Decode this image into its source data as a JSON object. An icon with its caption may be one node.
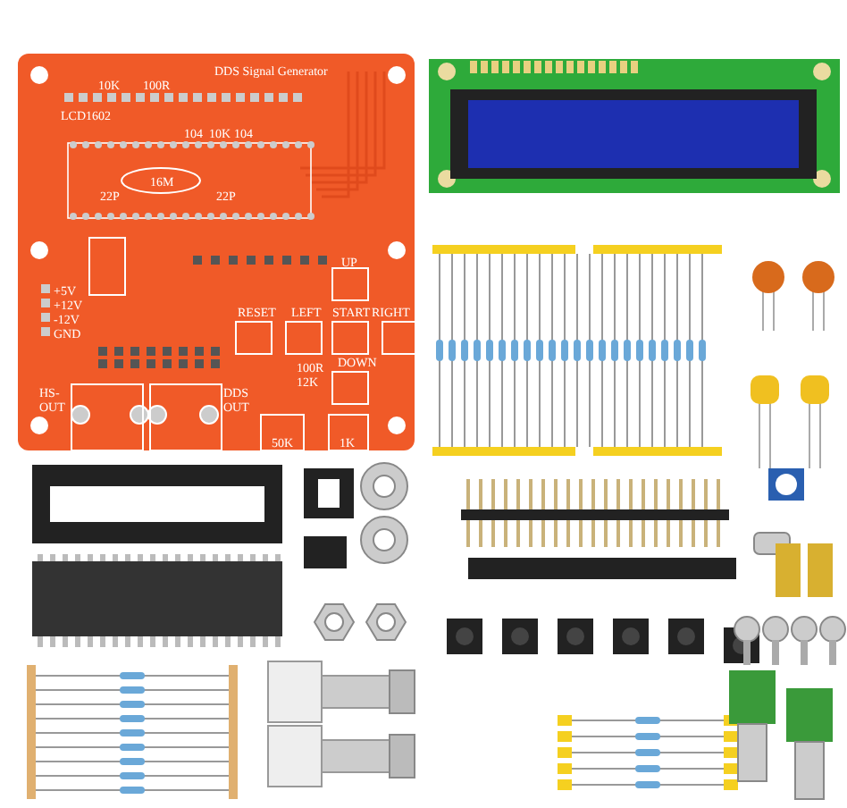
{
  "diagram": {
    "labels": [
      "10K",
      "100R",
      "DDS Signal Generator",
      "LCD1602",
      "104",
      "10K",
      "104",
      "22P",
      "16M",
      "22P",
      "+5V",
      "+12V",
      "-12V",
      "GND",
      "RESET",
      "LEFT",
      "UP",
      "START",
      "RIGHT",
      "100R",
      "12K",
      "DOWN",
      "HS- OUT",
      "DDS OUT",
      "50K",
      "1K"
    ]
  }
}
